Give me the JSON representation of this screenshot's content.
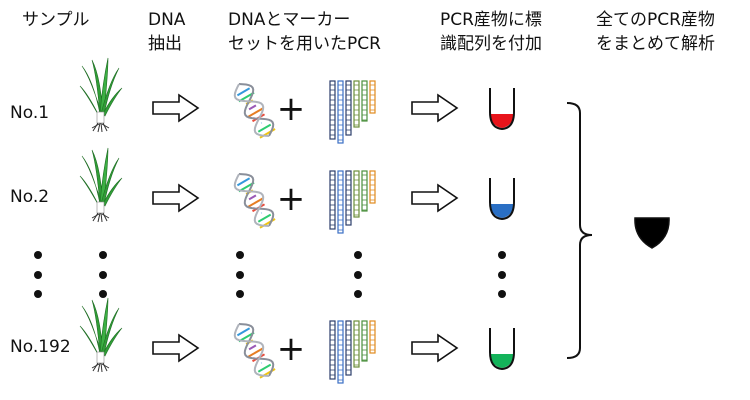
{
  "headers": [
    {
      "line1": "サンプル",
      "line2": ""
    },
    {
      "line1": "DNA",
      "line2": "抽出"
    },
    {
      "line1": "DNAとマーカー",
      "line2": "セットを用いたPCR"
    },
    {
      "line1": "PCR産物に標",
      "line2": "識配列を付加"
    },
    {
      "line1": "全てのPCR産物",
      "line2": "をまとめて解析"
    }
  ],
  "rows": [
    {
      "label": "No.1",
      "tube_color": "#e8141b"
    },
    {
      "label": "No.2",
      "tube_color": "#2a6fc4"
    },
    {
      "label": "No.192",
      "tube_color": "#13b35a"
    }
  ],
  "plus_symbol": "+",
  "pooled_tube_color": "#000000"
}
